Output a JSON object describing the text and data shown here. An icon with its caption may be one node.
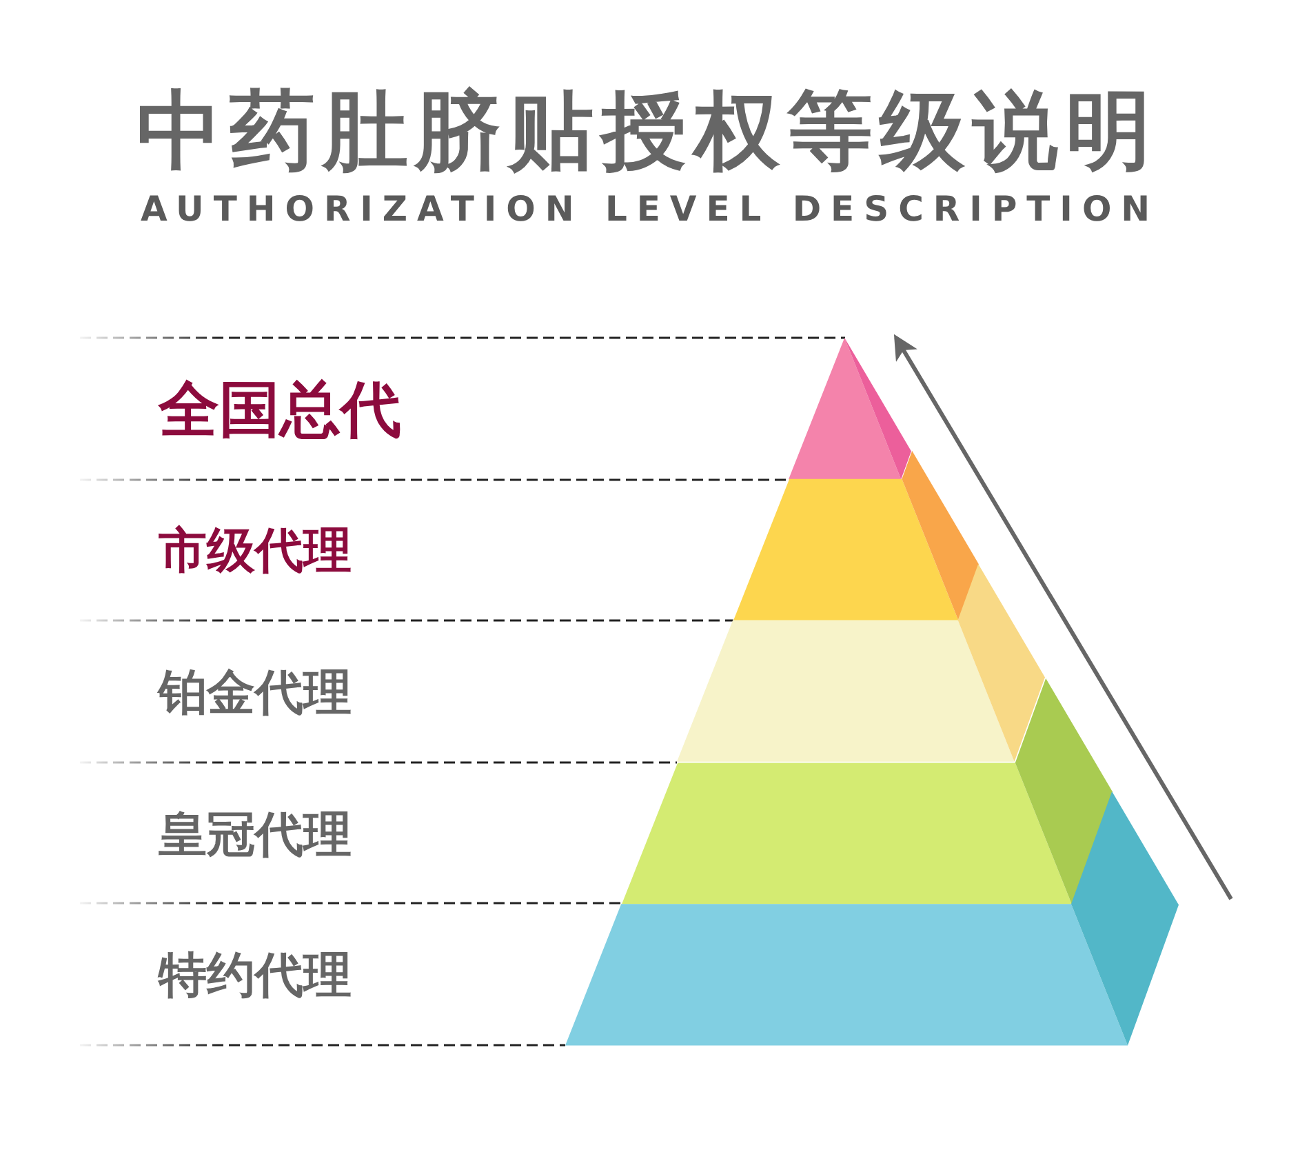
{
  "diagram": {
    "title": "中药肚脐贴授权等级说明",
    "nodes": [
      {
        "text": [],
        "shape": "triangle"
      },
      {
        "text": [],
        "shape": "trapezoid"
      },
      {
        "text": [],
        "shape": "trapezoid"
      },
      {
        "text": [],
        "shape": "trapezoid"
      },
      {
        "text": [],
        "shape": "trapezoid"
      }
    ],
    "labels": [
      "AUTHORIZATION LEVEL DESCRIPTION",
      "全国总代",
      "市级代理",
      "铂金代理",
      "皇冠代理",
      "特约代理"
    ]
  }
}
